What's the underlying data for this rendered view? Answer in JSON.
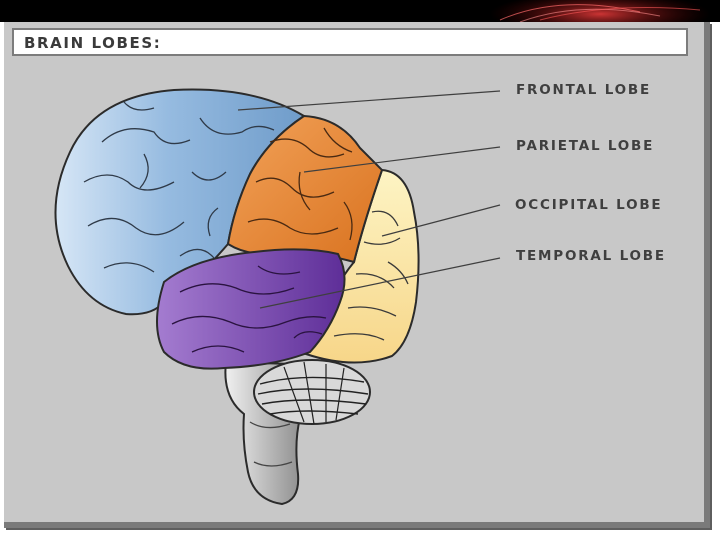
{
  "title": "BRAIN LOBES:",
  "labels": {
    "frontal": "FRONTAL LOBE",
    "parietal": "PARIETAL LOBE",
    "occipital": "OCCIPITAL LOBE",
    "temporal": "TEMPORAL LOBE"
  },
  "colors": {
    "frontal": "#8fb3d9",
    "parietal": "#e8893a",
    "occipital": "#fbe7a4",
    "temporal": "#7a4eb0",
    "panel": "#c8c8c8"
  }
}
